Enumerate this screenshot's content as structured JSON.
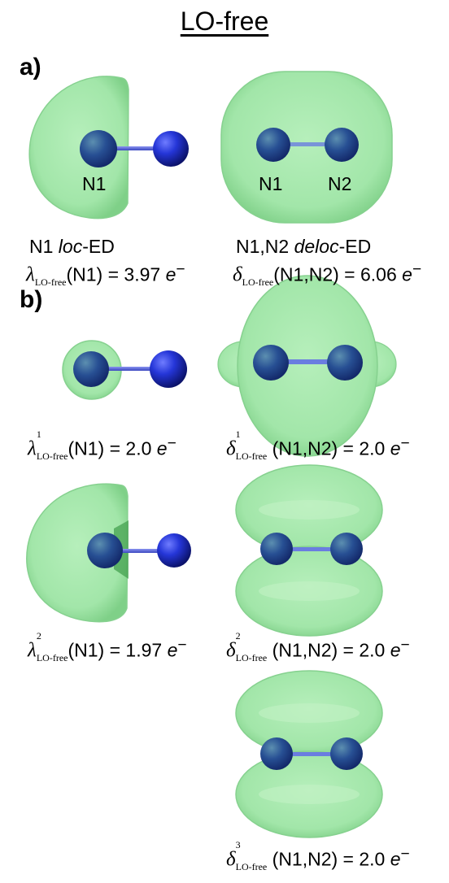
{
  "title": "LO-free",
  "panel_a": {
    "label": "a)",
    "left": {
      "atom1": "N1",
      "desc_atom": "N1",
      "desc_it": "loc",
      "desc_rest": "-ED",
      "symbol": "λ",
      "sub": "LO-free",
      "arg": "(N1) = 3.97",
      "unit": "e",
      "sign": "−"
    },
    "right": {
      "atom1": "N1",
      "atom2": "N2",
      "desc_atom": "N1,N2",
      "desc_it": "deloc",
      "desc_rest": "-ED",
      "symbol": "δ",
      "sub": "LO-free",
      "arg": "(N1,N2) = 6.06",
      "unit": "e",
      "sign": "−"
    }
  },
  "panel_b": {
    "label": "b)",
    "items": [
      {
        "symbol": "λ",
        "sup": "1",
        "sub": "LO-free",
        "arg": "(N1) = 2.0",
        "unit": "e",
        "sign": "−"
      },
      {
        "symbol": "δ",
        "sup": "1",
        "sub": "LO-free",
        "arg": "(N1,N2) = 2.0",
        "unit": "e",
        "sign": "−"
      },
      {
        "symbol": "λ",
        "sup": "2",
        "sub": "LO-free",
        "arg": "(N1) = 1.97",
        "unit": "e",
        "sign": "−"
      },
      {
        "symbol": "δ",
        "sup": "2",
        "sub": "LO-free",
        "arg": "(N1,N2) = 2.0",
        "unit": "e",
        "sign": "−"
      },
      {
        "symbol": "δ",
        "sup": "3",
        "sub": "LO-free",
        "arg": "(N1,N2) = 2.0",
        "unit": "e",
        "sign": "−"
      }
    ]
  },
  "colors": {
    "density": "#9fe3a6",
    "density_edge": "#6cc677",
    "atom": "#1e2fd0",
    "atom_dark": "#0d1670",
    "bond": "#5a66d8"
  }
}
